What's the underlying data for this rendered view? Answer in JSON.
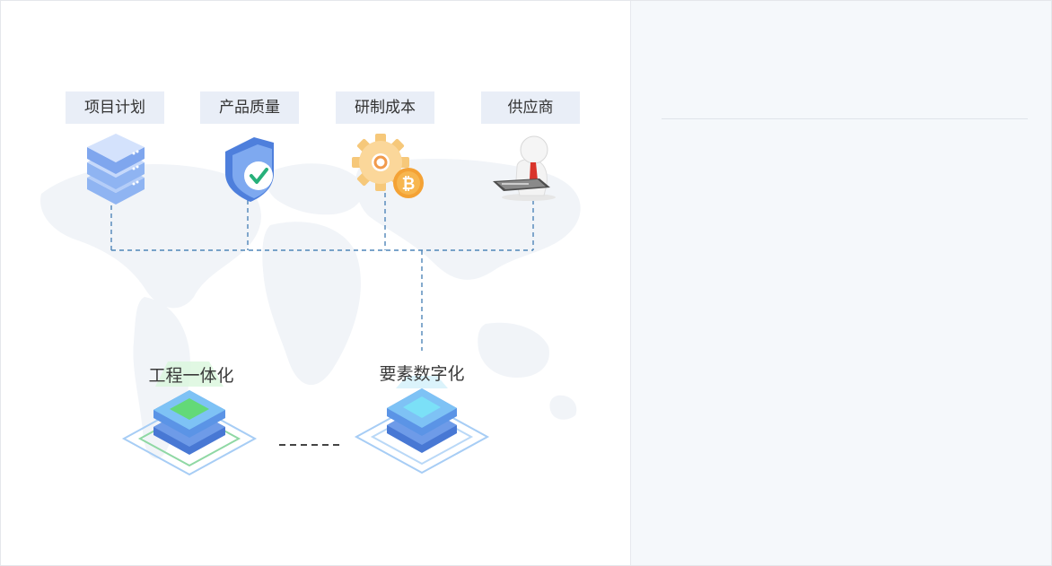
{
  "categories": [
    {
      "label": "项目计划",
      "icon": "server-stack-icon"
    },
    {
      "label": "产品质量",
      "icon": "shield-check-icon"
    },
    {
      "label": "研制成本",
      "icon": "gear-bitcoin-icon"
    },
    {
      "label": "供应商",
      "icon": "person-with-tablet-icon"
    }
  ],
  "platforms": [
    {
      "label": "工程一体化",
      "accent": "#5fd07a"
    },
    {
      "label": "要素数字化",
      "accent": "#5bd3f5"
    }
  ],
  "colors": {
    "label_bg": "#e9eef7",
    "connector": "#4f86b8",
    "platform_blue": "#4e8ee0",
    "right_panel_bg": "#f5f8fb"
  }
}
